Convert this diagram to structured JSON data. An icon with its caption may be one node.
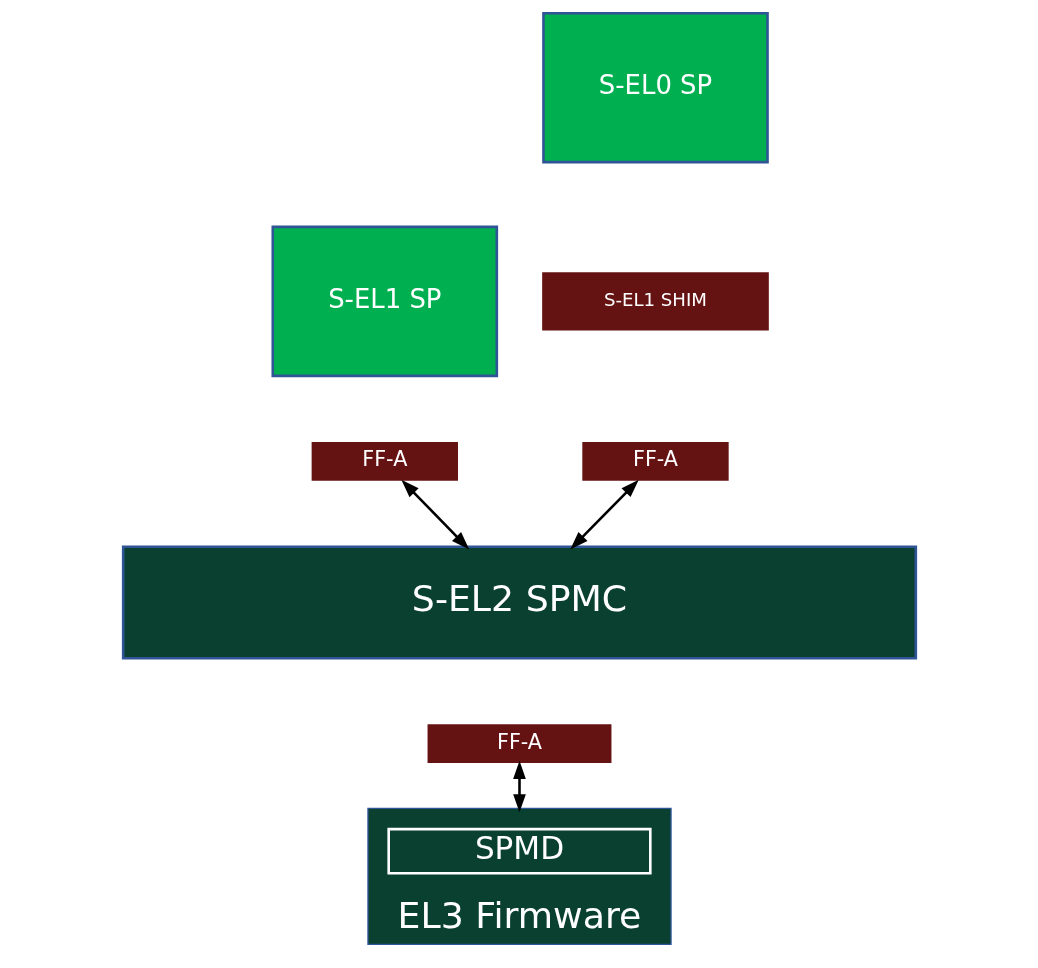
{
  "diagram": {
    "nodes": [
      {
        "text": [
          "S-EL1 SP"
        ]
      },
      {
        "text": [
          "FF-A"
        ]
      },
      {
        "text": [
          "S-EL0 SP"
        ]
      },
      {
        "text": [
          "S-EL1 SHIM"
        ]
      },
      {
        "text": [
          "FF-A"
        ]
      },
      {
        "text": [
          "S-EL2 SPMC"
        ]
      },
      {
        "text": [
          "FF-A"
        ]
      },
      {
        "text": [
          "EL3 Firmware"
        ]
      },
      {
        "text": [
          "SPMD"
        ],
        "in": 7
      }
    ],
    "edges": [
      {
        "from": 1,
        "to": 5,
        "arrow": "both"
      },
      {
        "from": 4,
        "to": 5,
        "arrow": "both"
      },
      {
        "from": 6,
        "to": 7,
        "arrow": "both"
      }
    ]
  }
}
